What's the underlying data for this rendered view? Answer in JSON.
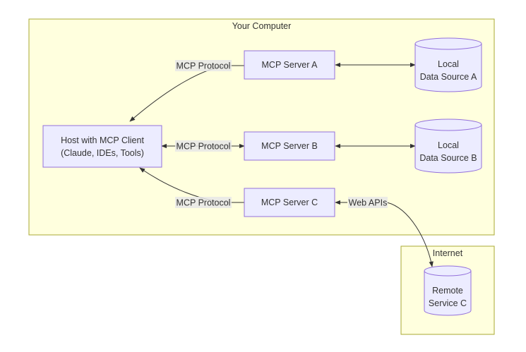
{
  "clusters": {
    "computer": {
      "label": "Your Computer"
    },
    "internet": {
      "label": "Internet"
    }
  },
  "nodes": {
    "host": {
      "line1": "Host with MCP Client",
      "line2": "(Claude, IDEs, Tools)"
    },
    "server_a": {
      "label": "MCP Server A"
    },
    "server_b": {
      "label": "MCP Server B"
    },
    "server_c": {
      "label": "MCP Server C"
    },
    "source_a": {
      "line1": "Local",
      "line2": "Data Source A"
    },
    "source_b": {
      "line1": "Local",
      "line2": "Data Source B"
    },
    "remote_c": {
      "line1": "Remote",
      "line2": "Service C"
    }
  },
  "edges": {
    "host_a": {
      "label": "MCP Protocol"
    },
    "host_b": {
      "label": "MCP Protocol"
    },
    "host_c": {
      "label": "MCP Protocol"
    },
    "c_remote": {
      "label": "Web APIs"
    }
  }
}
